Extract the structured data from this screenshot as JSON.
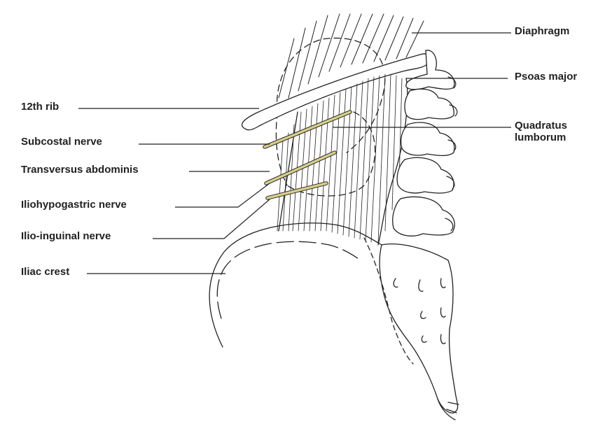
{
  "labels": {
    "left": {
      "rib": "12th rib",
      "subcostal": "Subcostal nerve",
      "transversus": "Transversus abdominis",
      "iliohypogastric": "Iliohypogastric nerve",
      "ilioinguinal": "Ilio-inguinal nerve",
      "iliac_crest": "Iliac crest"
    },
    "right": {
      "diaphragm": "Diaphragm",
      "psoas": "Psoas major",
      "quadratus_line1": "Quadratus",
      "quadratus_line2": "lumborum"
    }
  },
  "colors": {
    "ink": "#222222",
    "nerve": "#d8cf8a",
    "background": "#ffffff"
  }
}
